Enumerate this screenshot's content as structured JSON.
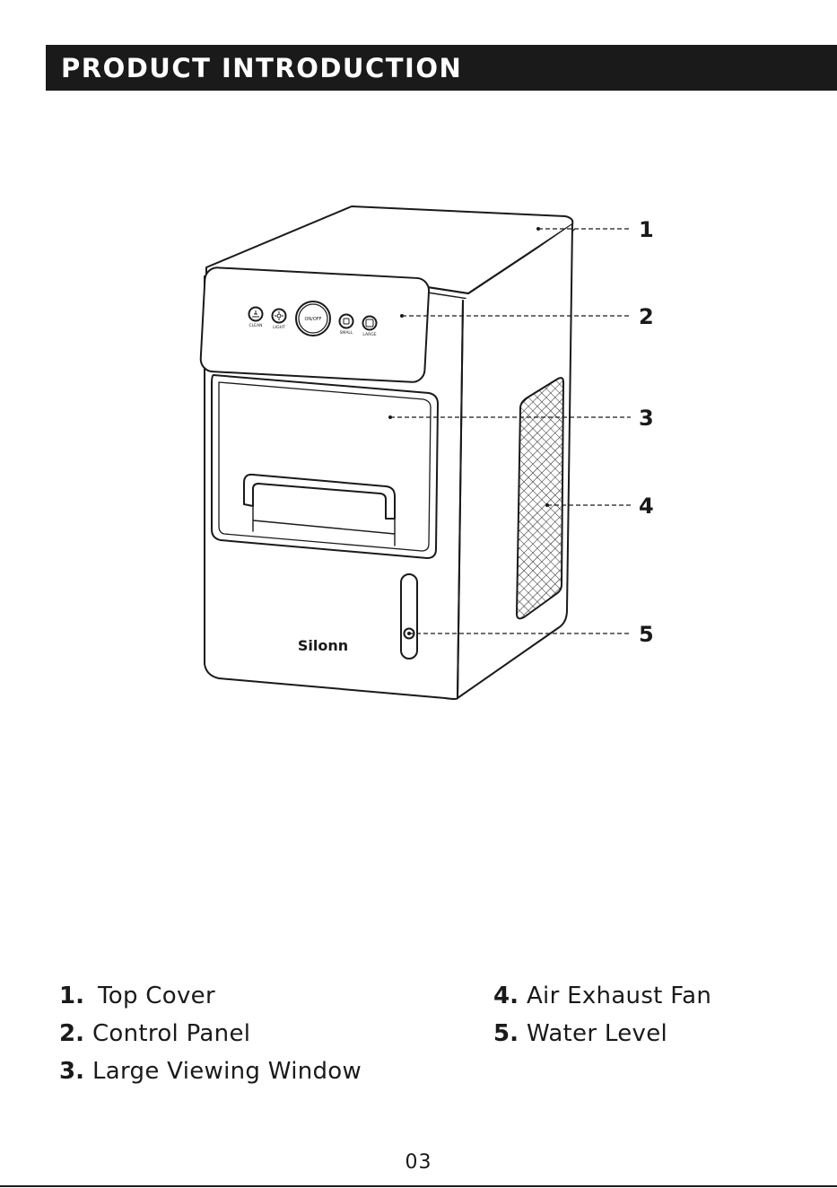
{
  "header": {
    "title": "PRODUCT INTRODUCTION"
  },
  "diagram": {
    "brand": "Silonn",
    "panel": {
      "clean": "CLEAN",
      "light": "LIGHT",
      "on_off": "ON/OFF",
      "small": "SMALL",
      "large": "LARGE"
    },
    "callouts": [
      "1",
      "2",
      "3",
      "4",
      "5"
    ]
  },
  "parts": [
    {
      "num": "1.",
      "label": "Top Cover"
    },
    {
      "num": "2.",
      "label": "Control Panel"
    },
    {
      "num": "3.",
      "label": "Large Viewing Window"
    },
    {
      "num": "4.",
      "label": "Air Exhaust Fan"
    },
    {
      "num": "5.",
      "label": "Water Level"
    }
  ],
  "footer": {
    "page_number": "03"
  }
}
